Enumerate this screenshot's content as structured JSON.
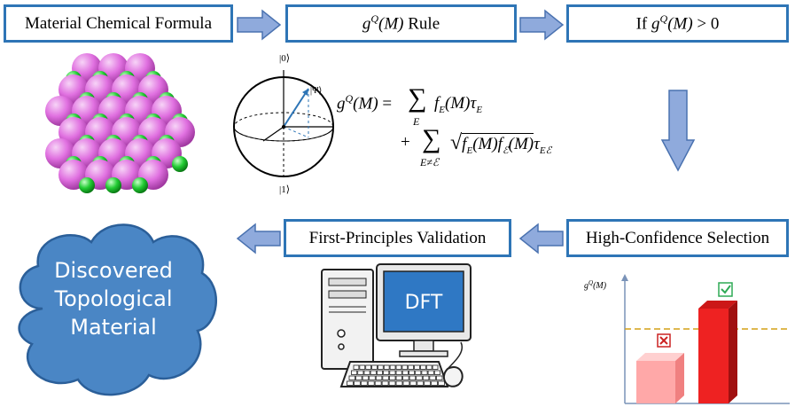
{
  "steps": {
    "formula": "Material Chemical Formula",
    "rule_suffix": " Rule",
    "condition_prefix": "If ",
    "condition_suffix": " > 0",
    "selection": "High-Confidence Selection",
    "validation": "First-Principles Validation"
  },
  "gq_symbol": {
    "g": "g",
    "sup": "Q",
    "arg": "(M)"
  },
  "bloch": {
    "top_ket": "|0⟩",
    "bottom_ket": "|1⟩",
    "psi_ket": "|Ψ⟩"
  },
  "equation": {
    "lhs": "= ",
    "sum1_sub": "E",
    "term1": "f_E(M) τ_E",
    "plus": "+",
    "sum2_sub": "E≠ℰ",
    "term2_sqrt": "f_E(M) f_ℰ(M)",
    "term2_tail": "τ_Eℰ"
  },
  "computer_label": "DFT",
  "cloud_lines": [
    "Discovered",
    "Topological",
    "Material"
  ],
  "mini_chart": {
    "y_axis_label": "g^Q(M)",
    "colors": {
      "accent": "#2e75b6",
      "low_bar": "#ffaaaa",
      "high_bar": "#ee2222",
      "threshold": "#d4a017",
      "check": "#2eaa55",
      "cross": "#cc2222"
    }
  }
}
